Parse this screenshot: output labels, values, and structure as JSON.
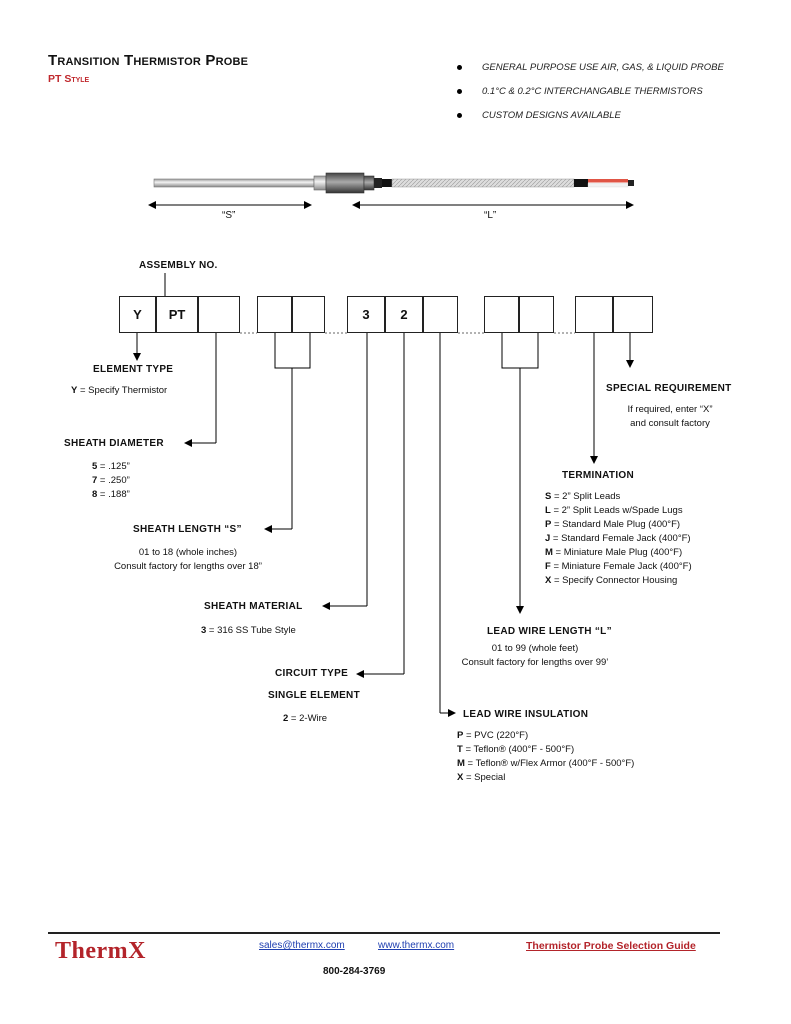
{
  "header": {
    "title": "Transition Thermistor Probe",
    "subtitle": "PT Style"
  },
  "bullets": [
    "GENERAL PURPOSE USE AIR, GAS, & LIQUID PROBE",
    "0.1°C & 0.2°C INTERCHANGABLE THERMISTORS",
    "CUSTOM DESIGNS AVAILABLE"
  ],
  "drawing": {
    "s_label": "“S”",
    "l_label": "“L”"
  },
  "assembly": {
    "label": "ASSEMBLY NO.",
    "box_y": "Y",
    "box_pt": "PT",
    "box_3": "3",
    "box_2": "2"
  },
  "element_type": {
    "heading": "ELEMENT TYPE",
    "code": "Y",
    "text": " = Specify  Thermistor"
  },
  "sheath_diameter": {
    "heading": "SHEATH DIAMETER",
    "options": [
      {
        "code": "5",
        "text": " = .125”"
      },
      {
        "code": "7",
        "text": " = .250”"
      },
      {
        "code": "8",
        "text": " = .188”"
      }
    ]
  },
  "sheath_length": {
    "heading": "SHEATH LENGTH “S”",
    "line1": "01 to 18 (whole inches)",
    "line2": "Consult factory for lengths over 18”"
  },
  "sheath_material": {
    "heading": "SHEATH MATERIAL",
    "code": "3",
    "text": " = 316 SS Tube Style"
  },
  "circuit_type": {
    "heading": "CIRCUIT TYPE",
    "subheading": "SINGLE ELEMENT",
    "code": "2",
    "text": " = 2-Wire"
  },
  "special_requirement": {
    "heading": "SPECIAL REQUIREMENT",
    "line1": "If required, enter “X”",
    "line2": "and consult factory"
  },
  "termination": {
    "heading": "TERMINATION",
    "options": [
      {
        "code": "S",
        "text": " = 2” Split Leads"
      },
      {
        "code": "L",
        "text": " = 2” Split Leads w/Spade Lugs"
      },
      {
        "code": "P",
        "text": " = Standard Male Plug (400°F)"
      },
      {
        "code": "J",
        "text": " = Standard Female Jack (400°F)"
      },
      {
        "code": "M",
        "text": " = Miniature Male Plug (400°F)"
      },
      {
        "code": "F",
        "text": " = Miniature Female Jack (400°F)"
      },
      {
        "code": "X",
        "text": " = Specify Connector Housing"
      }
    ]
  },
  "lead_wire_length": {
    "heading": "LEAD WIRE LENGTH “L”",
    "line1": "01 to 99 (whole feet)",
    "line2": "Consult factory for lengths over 99’"
  },
  "lead_wire_insulation": {
    "heading": "LEAD WIRE INSULATION",
    "options": [
      {
        "code": "P",
        "text": " = PVC (220°F)"
      },
      {
        "code": "T",
        "text": " = Teflon® (400°F - 500°F)"
      },
      {
        "code": "M",
        "text": " = Teflon® w/Flex Armor (400°F - 500°F)"
      },
      {
        "code": "X",
        "text": " = Special"
      }
    ]
  },
  "footer": {
    "logo": "ThermX",
    "email": "sales@thermx.com",
    "website": "www.thermx.com",
    "guide": "Thermistor Probe Selection Guide",
    "phone": "800-284-3769"
  }
}
